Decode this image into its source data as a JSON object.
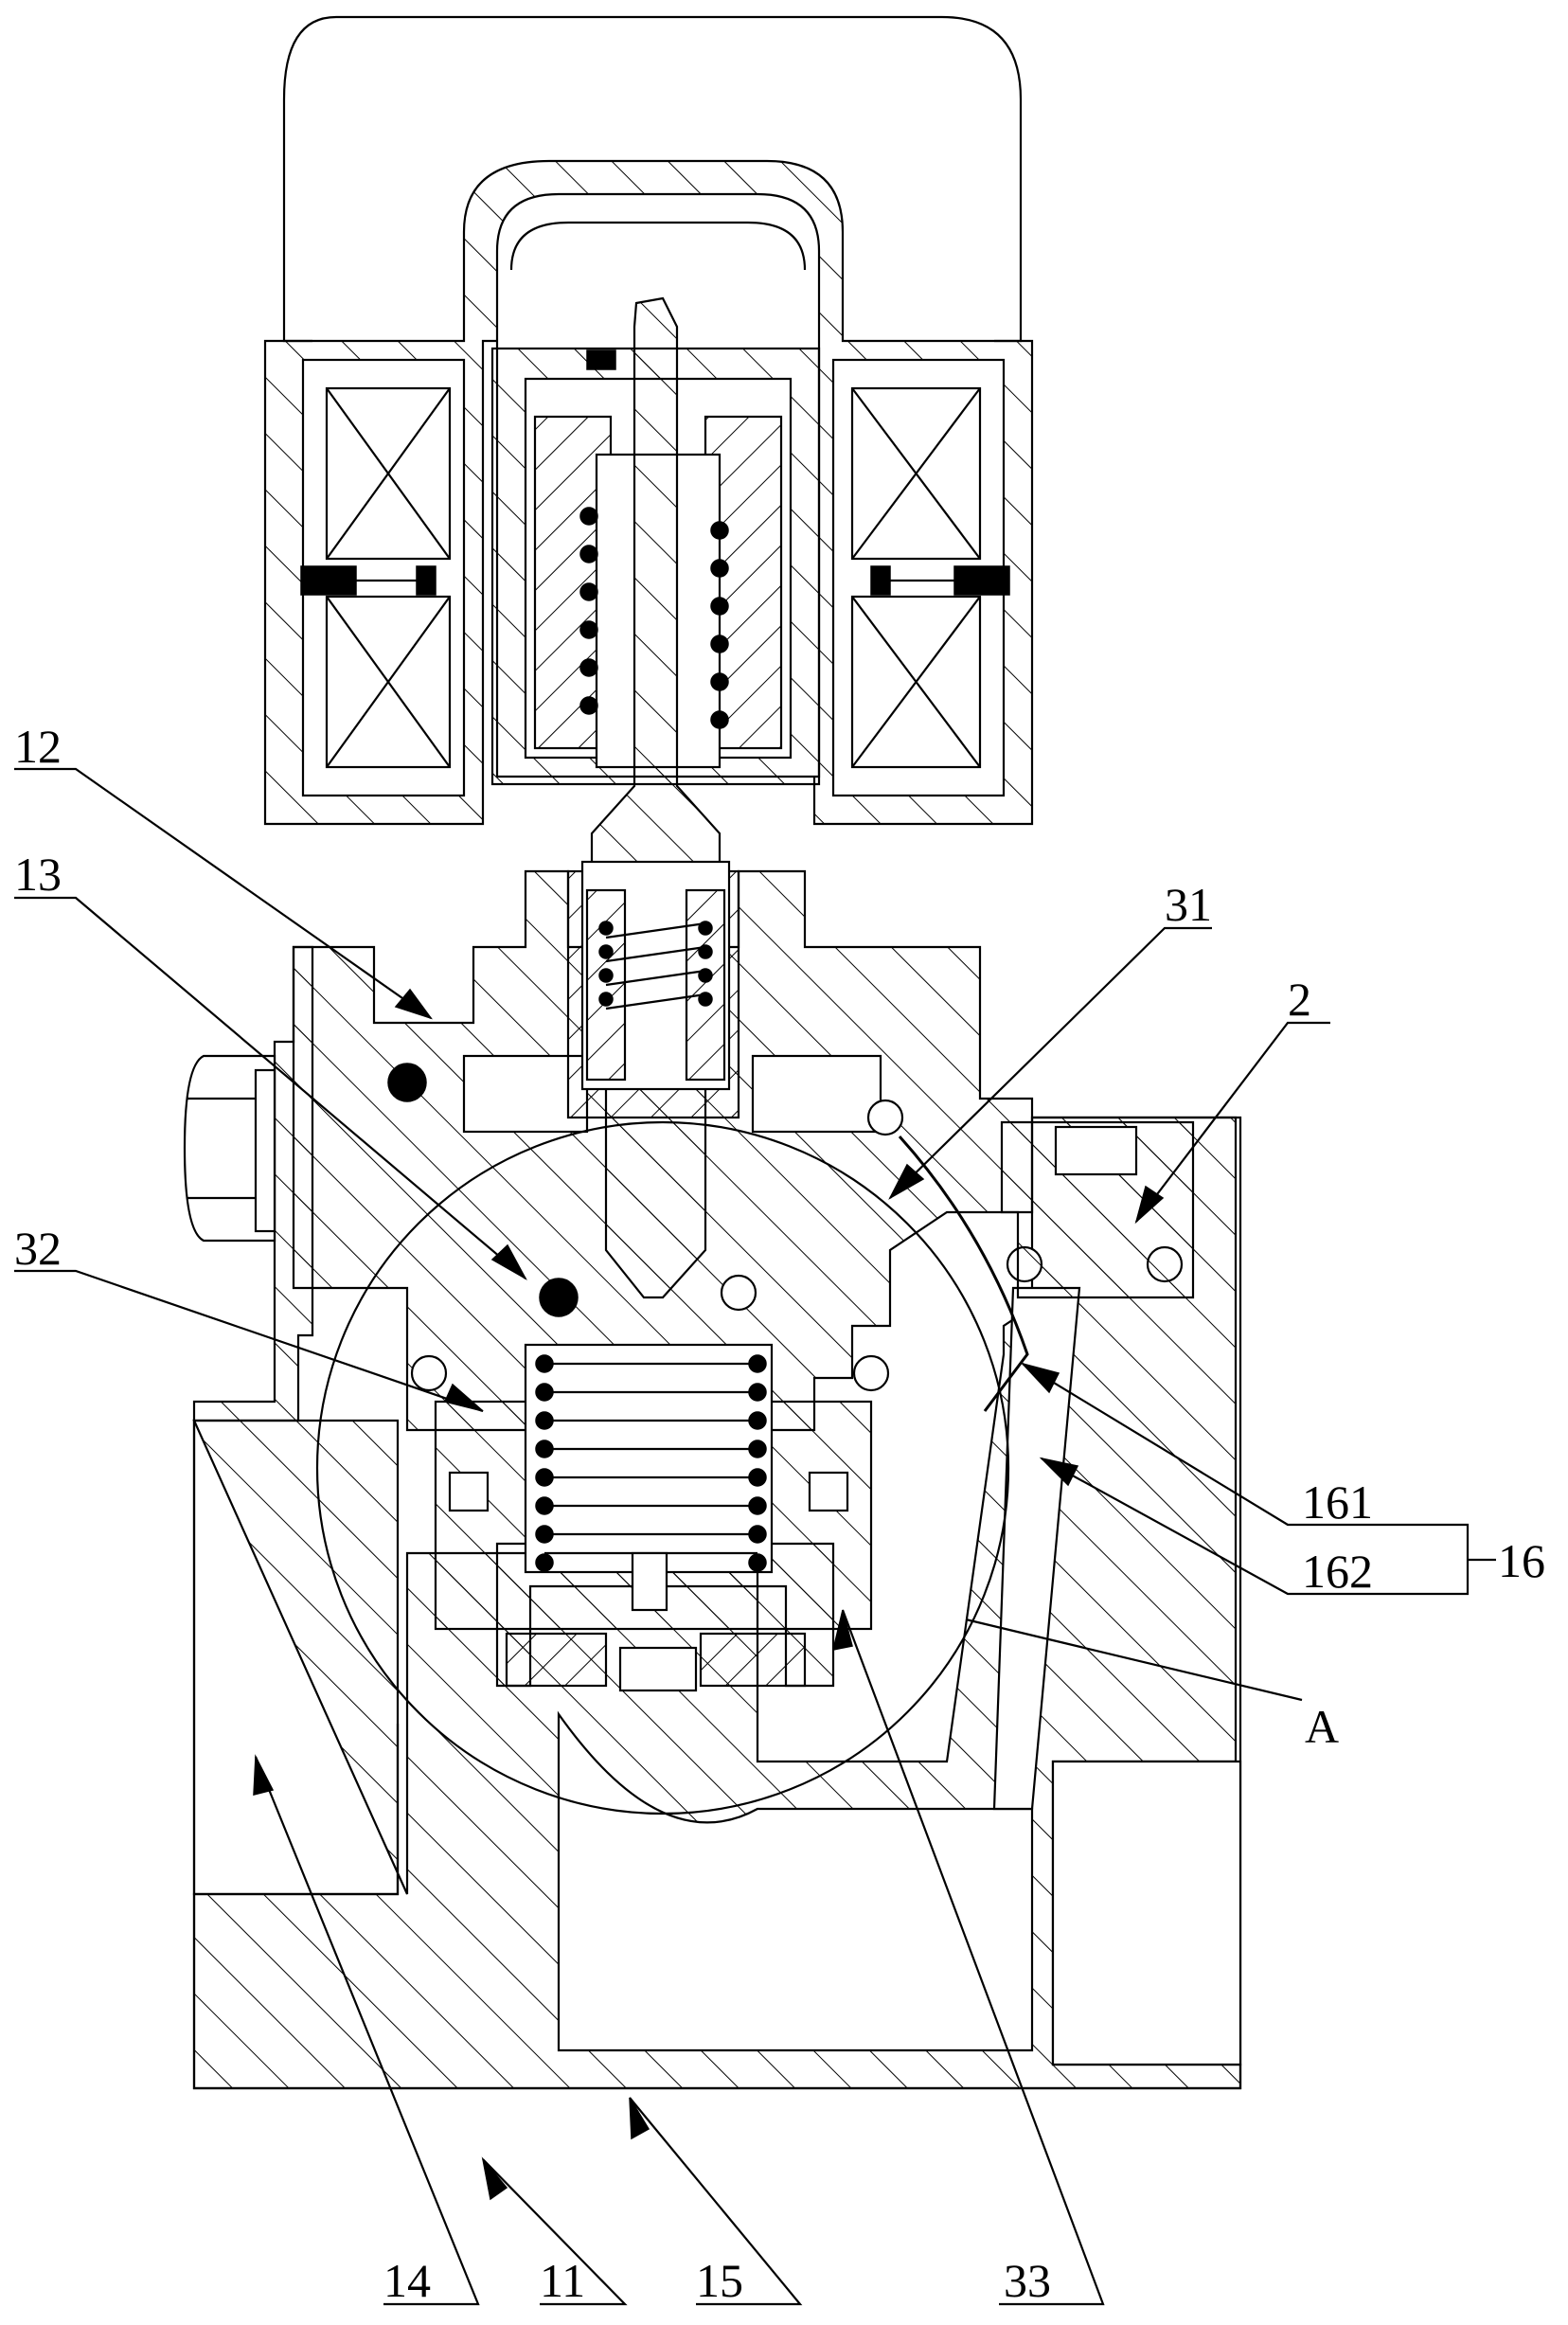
{
  "labels": {
    "l12": "12",
    "l13": "13",
    "l32": "32",
    "l31": "31",
    "l2": "2",
    "l161": "161",
    "l162": "162",
    "l16": "16",
    "lA": "A",
    "l14": "14",
    "l11": "11",
    "l15": "15",
    "l33": "33"
  }
}
